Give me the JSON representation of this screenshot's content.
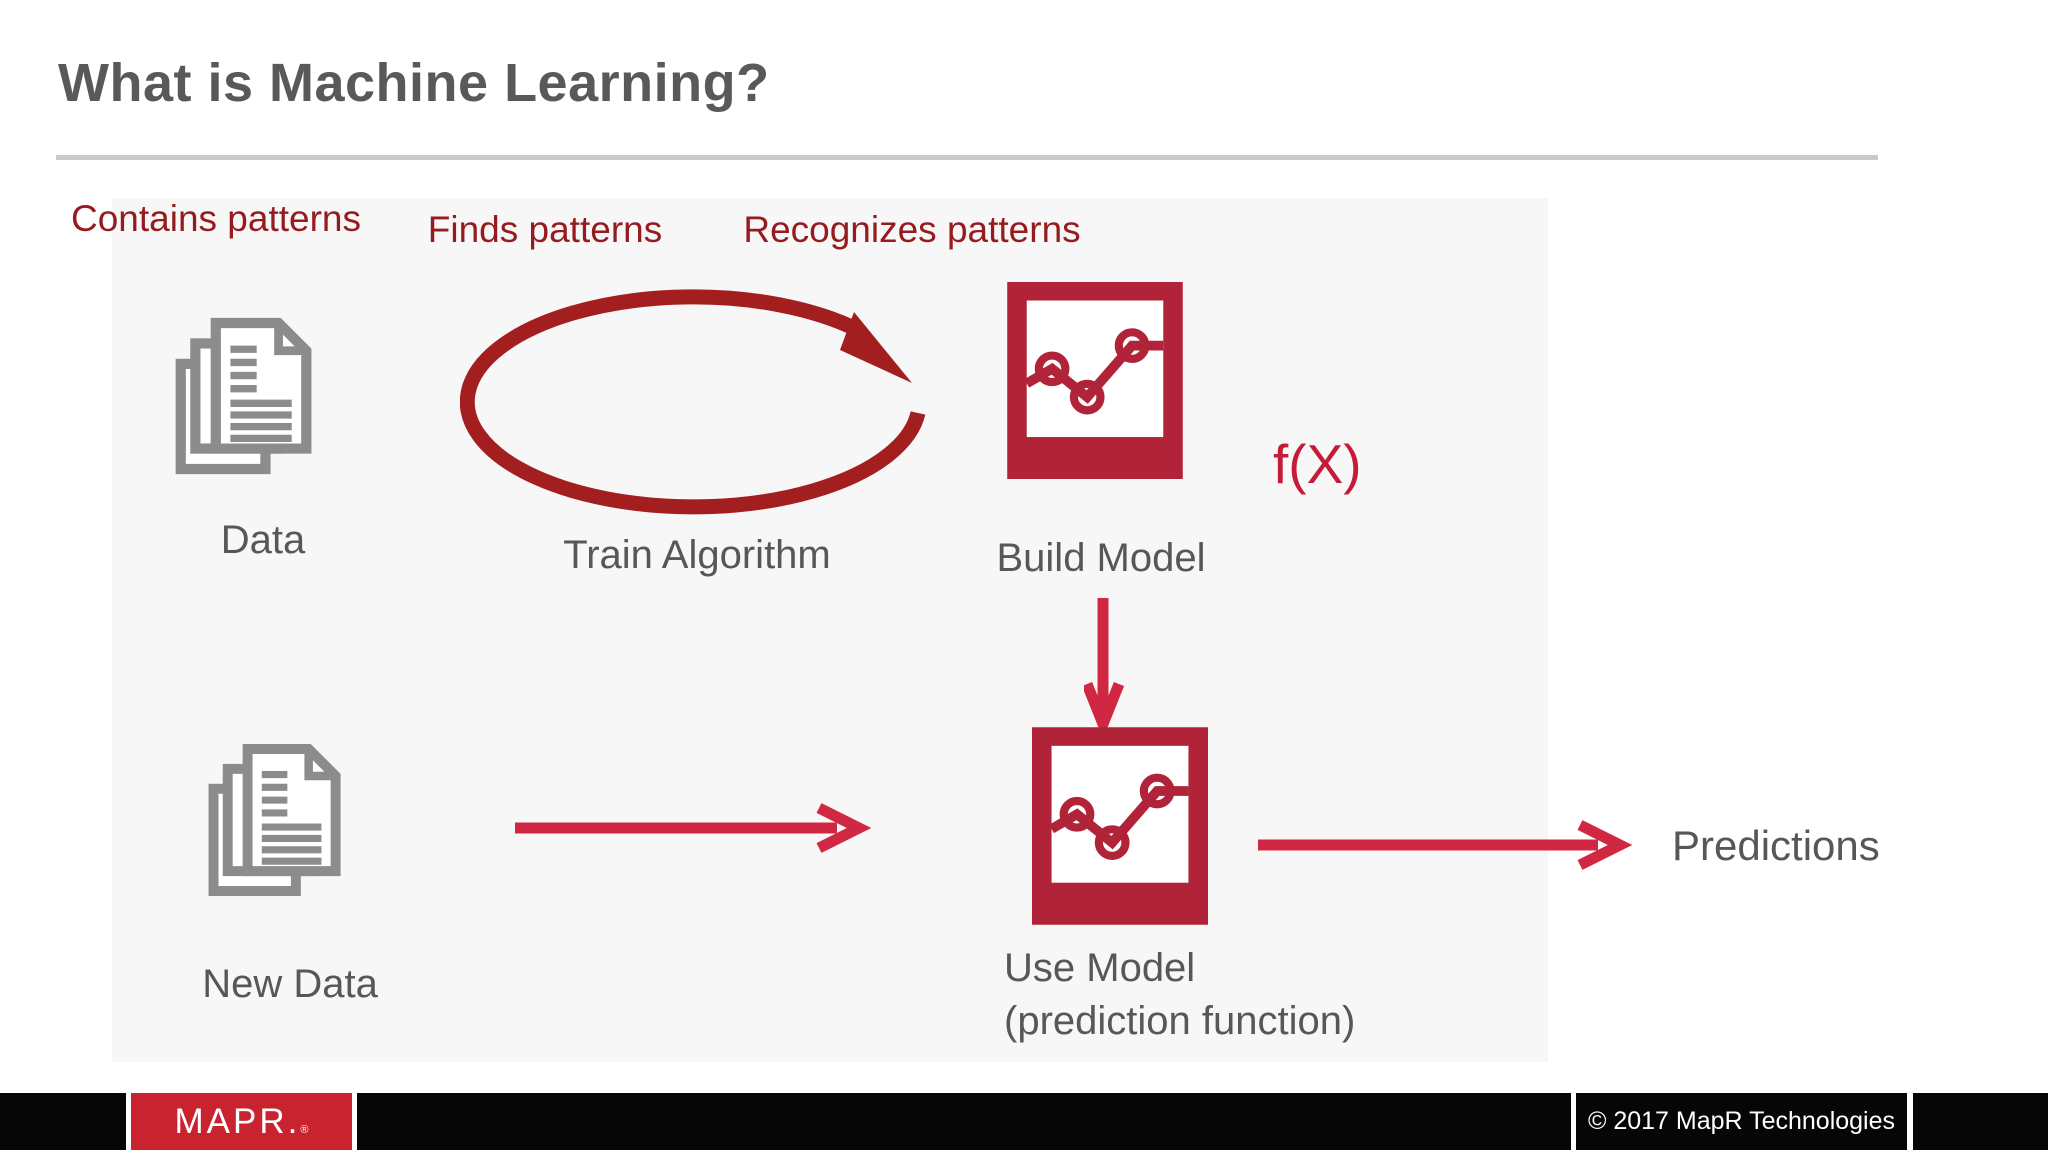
{
  "slide": {
    "title": "What is Machine Learning?",
    "columns": [
      {
        "label": "Contains patterns"
      },
      {
        "label": "Finds patterns"
      },
      {
        "label": "Recognizes patterns"
      }
    ],
    "nodes": {
      "data_label": "Data",
      "train_label": "Train Algorithm",
      "build_label": "Build Model",
      "fx_label": "f(X)",
      "new_data_label": "New Data",
      "use_label_line1": "Use Model",
      "use_label_line2": "(prediction function)",
      "predictions_label": "Predictions"
    },
    "icons": {
      "data_icon": "document-stack-icon",
      "new_data_icon": "document-stack-icon",
      "build_model_icon": "model-chart-icon",
      "use_model_icon": "model-chart-icon",
      "train_icon": "circular-arrow-icon",
      "flow_arrows": [
        "down-arrow-icon",
        "right-arrow-icon",
        "right-arrow-icon"
      ]
    },
    "colors": {
      "heading_red": "#951b1f",
      "ellipse_red": "#a31e1f",
      "icon_crimson": "#b02338",
      "arrow_red": "#d02842",
      "fx_red": "#c51a38",
      "gray_icon": "#8c8c8c",
      "gray_text": "#57575a",
      "title_gray": "#59595b"
    },
    "footer": {
      "logo_text": "MAPR.",
      "logo_reg": "®",
      "copyright": "© 2017 MapR Technologies"
    }
  }
}
